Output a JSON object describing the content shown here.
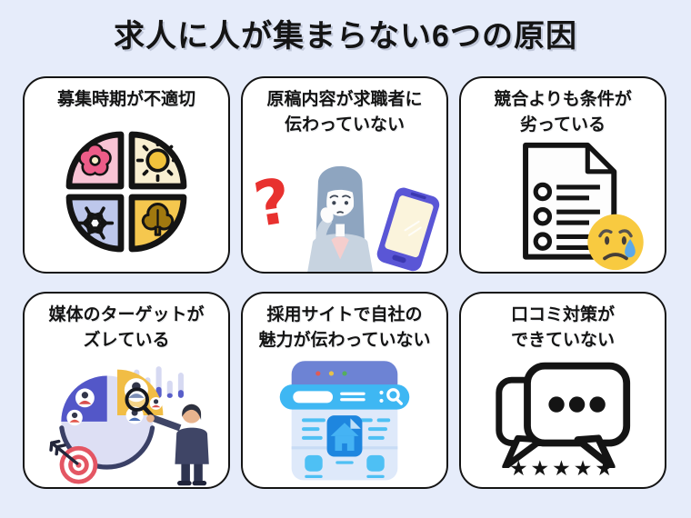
{
  "page": {
    "title": "求人に人が集まらない6つの原因",
    "background_color": "#E6ECFA",
    "card_background": "#FFFFFF",
    "card_border_color": "#141414"
  },
  "cards": [
    {
      "id": "timing",
      "title": "募集時期が不適切",
      "icon": "four-seasons-pie-icon"
    },
    {
      "id": "content",
      "title": "原稿内容が求職者に\n伝わっていない",
      "icon": "thinking-woman-smartphone-illustration"
    },
    {
      "id": "conditions",
      "title": "競合よりも条件が\n劣っている",
      "icon": "checklist-crying-emoji-icon"
    },
    {
      "id": "media-target",
      "title": "媒体のターゲットが\nズレている",
      "icon": "pie-chart-dartboard-businessman-illustration"
    },
    {
      "id": "recruit-site",
      "title": "採用サイトで自社の\n魅力が伝わっていない",
      "icon": "browser-window-icon"
    },
    {
      "id": "reviews",
      "title": "口コミ対策が\nできていない",
      "icon": "speech-bubbles-icon",
      "stars": "★★★★★"
    }
  ],
  "colors": {
    "spring_pink": "#F8C3D4",
    "flower_pink": "#ED5C88",
    "summer_cream": "#F9EFD1",
    "sun_gold": "#F1C23C",
    "winter_periwinkle": "#BDC7EB",
    "autumn_gold": "#F5C74E",
    "leaf_olive": "#A1790F",
    "question_red": "#E8312F",
    "phone_indigo": "#5A56D6",
    "phone_screen": "#FBF4DC",
    "hair_blue_gray": "#8EA5C0",
    "jacket_gray": "#C7D3E0",
    "shirt_pink": "#F5CECD",
    "emoji_yellow": "#F8CA40",
    "tear_blue": "#5BA8E8",
    "pie_indigo": "#5357C8",
    "pie_yellow": "#F1BD45",
    "pie_lavender": "#DDDFF4",
    "target_red": "#E45663",
    "suit_navy": "#3F4566",
    "browser_top_bar": "#6D83D4",
    "browser_search_blue": "#3EB7F3",
    "browser_body": "#DEE9FA",
    "browser_tile_blue": "#1E86DF",
    "browser_line_blue": "#4EC0F4",
    "outline_black": "#141414"
  }
}
